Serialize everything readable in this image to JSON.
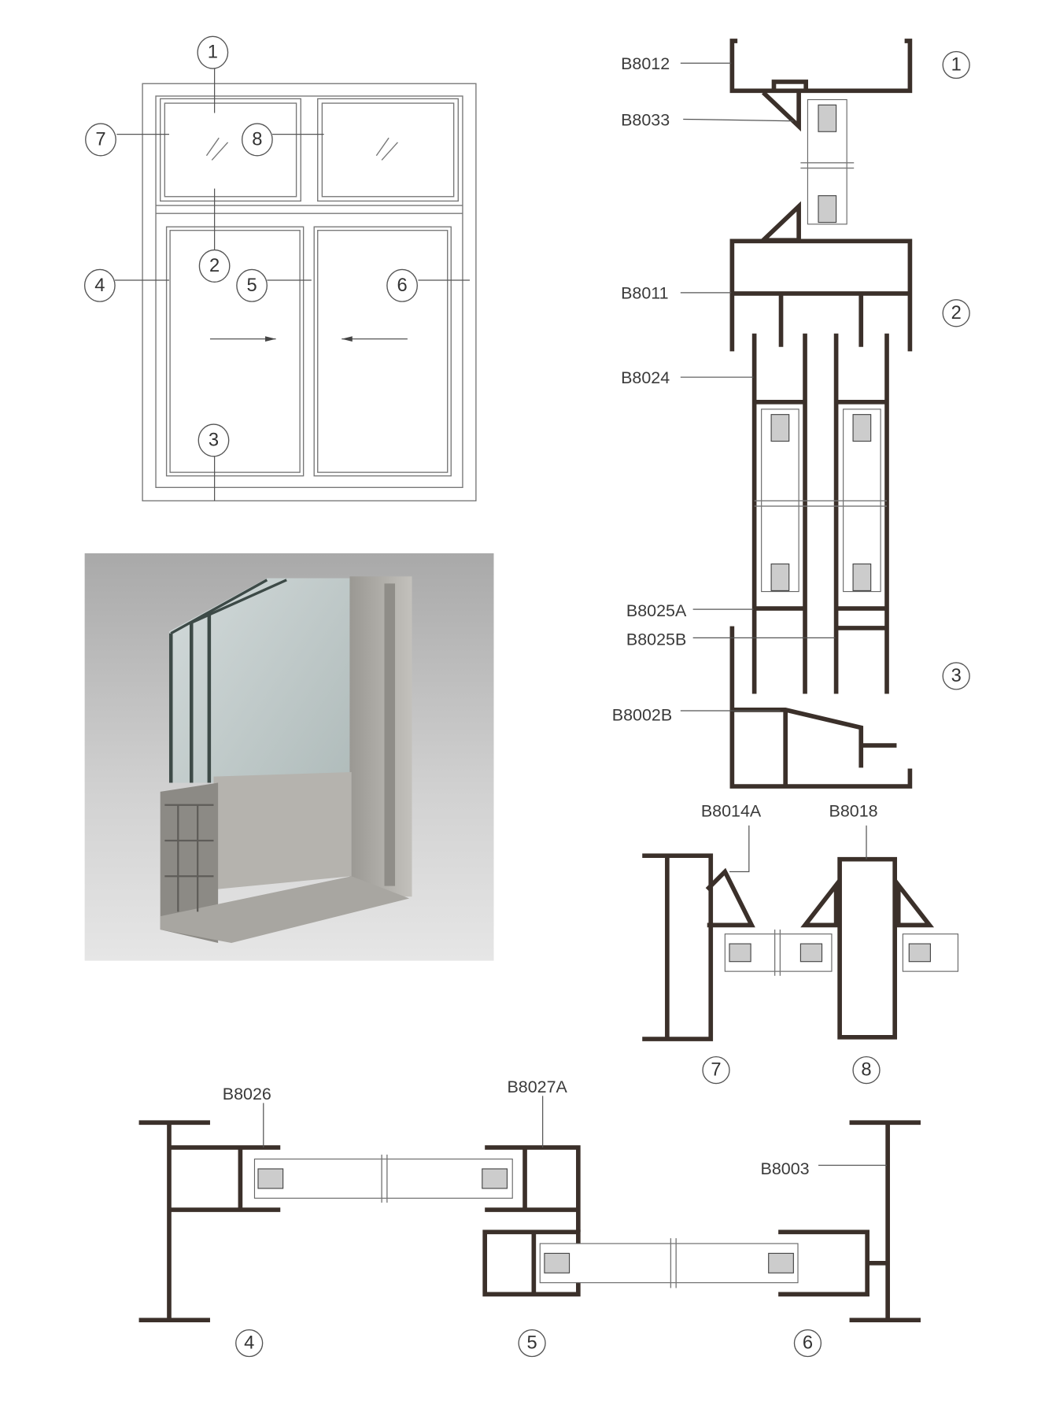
{
  "elevation": {
    "callouts": [
      "1",
      "2",
      "3",
      "4",
      "5",
      "6",
      "7",
      "8"
    ]
  },
  "section_vertical": {
    "callouts": [
      "1",
      "2",
      "3"
    ],
    "labels": [
      "B8012",
      "B8033",
      "B8011",
      "B8024",
      "B8025A",
      "B8025B",
      "B8002B"
    ]
  },
  "section_transom": {
    "labels": [
      "B8014A",
      "B8018"
    ],
    "callouts": [
      "7",
      "8"
    ]
  },
  "section_horizontal": {
    "labels": [
      "B8026",
      "B8027A",
      "B8003"
    ],
    "callouts": [
      "4",
      "5",
      "6"
    ]
  },
  "colors": {
    "profile": "#3b302a",
    "photo_bg": "#b9b9b9"
  }
}
